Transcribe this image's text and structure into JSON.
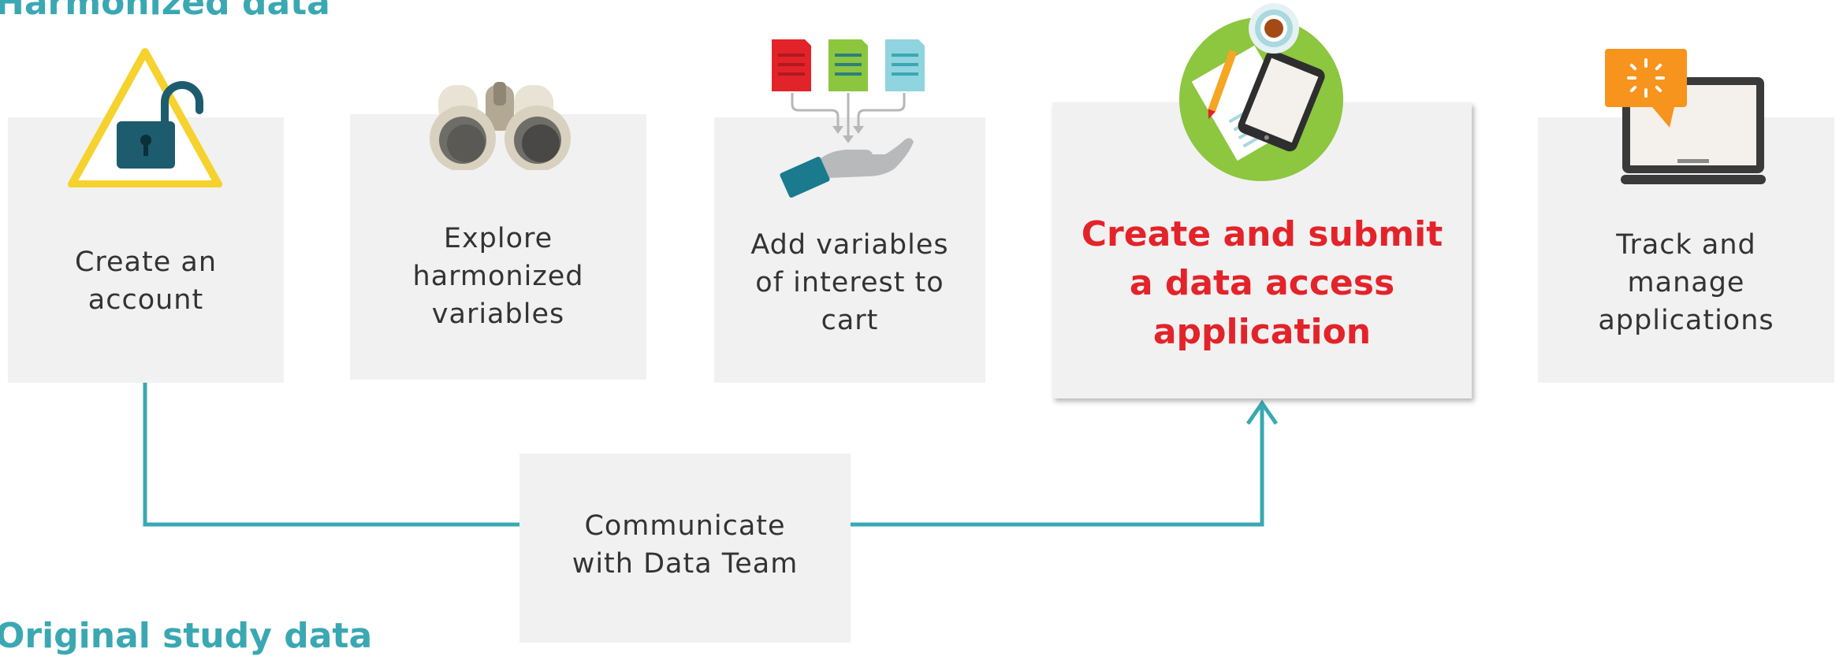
{
  "labels": {
    "top": "Harmonized data",
    "bottom": "Original study data"
  },
  "steps": [
    {
      "lines": [
        "Create an",
        "account"
      ],
      "icon": "lock-warning-icon"
    },
    {
      "lines": [
        "Explore",
        "harmonized",
        "variables"
      ],
      "icon": "binoculars-icon"
    },
    {
      "lines": [
        "Add variables",
        "of interest to",
        "cart"
      ],
      "icon": "documents-to-hand-icon"
    },
    {
      "lines": [
        "Create and submit",
        "a data access",
        "application"
      ],
      "icon": "tablet-coffee-icon"
    },
    {
      "lines": [
        "Track and",
        "manage",
        "applications"
      ],
      "icon": "laptop-loading-icon"
    }
  ],
  "communicate": {
    "lines": [
      "Communicate",
      "with Data Team"
    ]
  },
  "colors": {
    "teal": "#3aa8b2",
    "highlight_red": "#e3232a",
    "box_gray": "#f1f1f1",
    "text_dark": "#333333"
  }
}
